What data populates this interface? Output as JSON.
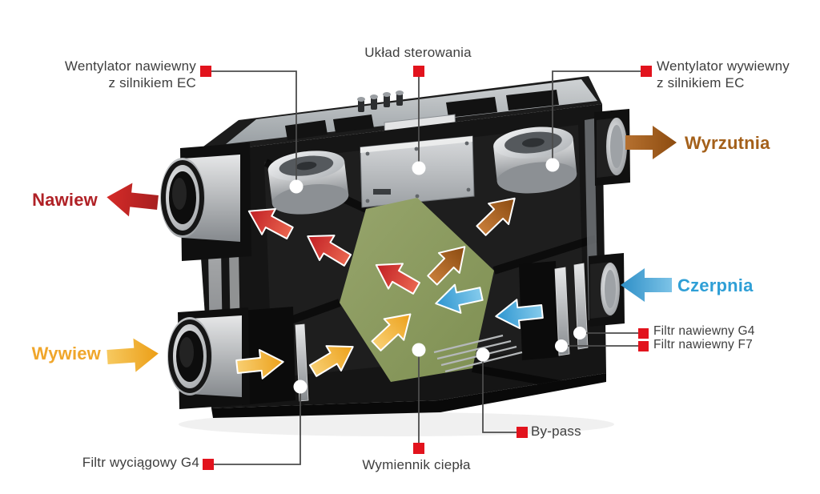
{
  "callouts": {
    "fan_supply": {
      "line1": "Wentylator nawiewny",
      "line2": "z silnikiem EC"
    },
    "control_unit": {
      "label": "Układ sterowania"
    },
    "fan_exhaust": {
      "line1": "Wentylator wywiewny",
      "line2": "z silnikiem EC"
    },
    "filter_supply_g4": {
      "label": "Filtr nawiewny G4"
    },
    "filter_supply_f7": {
      "label": "Filtr nawiewny F7"
    },
    "bypass": {
      "label": "By-pass"
    },
    "heat_exchanger": {
      "label": "Wymiennik ciepła"
    },
    "filter_extract_g4": {
      "label": "Filtr wyciągowy G4"
    }
  },
  "flows": {
    "nawiew": {
      "label": "Nawiew",
      "color": "#b02126",
      "direction": "left"
    },
    "wywiew": {
      "label": "Wywiew",
      "color": "#f0a62b",
      "direction": "right"
    },
    "wyrzutnia": {
      "label": "Wyrzutnia",
      "color": "#a4601a",
      "direction": "right"
    },
    "czerpnia": {
      "label": "Czerpnia",
      "color": "#2f9fd6",
      "direction": "left"
    }
  },
  "colors": {
    "callout_marker": "#e2131d",
    "leader_line": "#4c4c4c",
    "pointer_dot": "#ffffff",
    "heat_exchanger_green": "#8c9b60",
    "arrow_red": "#cc2127",
    "arrow_yellow": "#f0ab2c",
    "arrow_blue": "#3aa3da",
    "arrow_brown": "#a5611c",
    "label_text": "#3e3e3e",
    "background": "#ffffff"
  }
}
